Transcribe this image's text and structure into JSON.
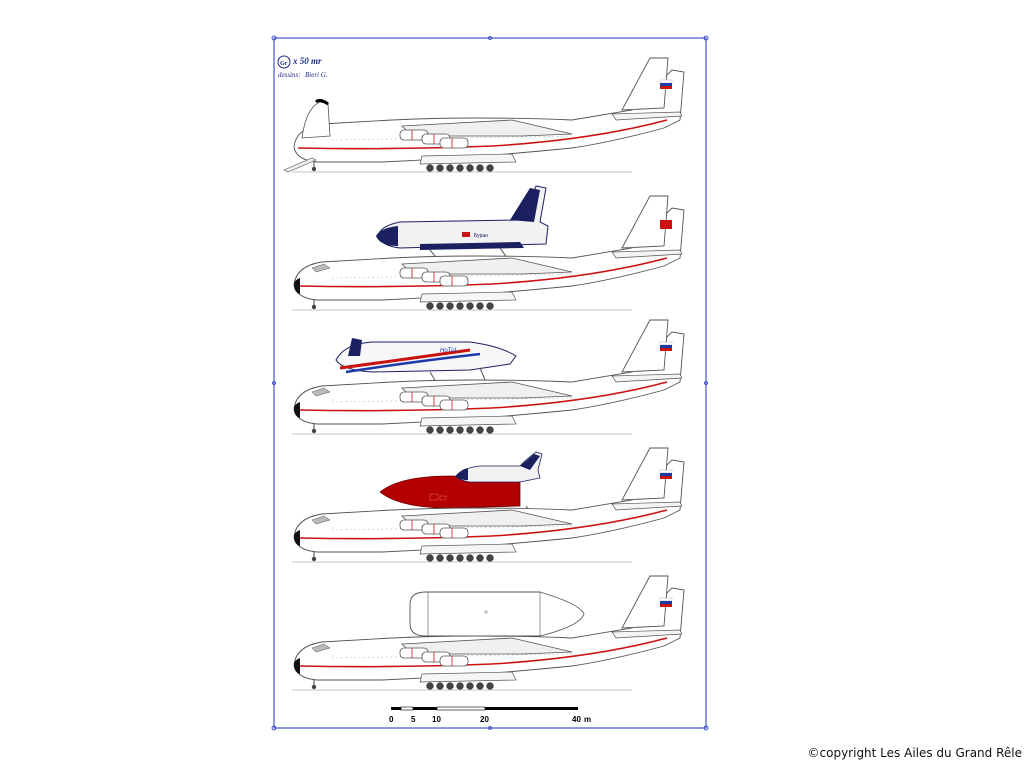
{
  "sheet": {
    "logo_text": "Gr",
    "title": "x 50 mr",
    "credit_label": "dessins:",
    "credit_name": "Bieri G."
  },
  "aircraft": [
    {
      "name": "an-225-nose-open",
      "flag": "russia"
    },
    {
      "name": "an-225-buran",
      "flag": "ussr"
    },
    {
      "name": "an-225-hotol",
      "flag": "russia"
    },
    {
      "name": "an-225-tank-orbiter",
      "flag": "russia"
    },
    {
      "name": "an-225-cargo-container",
      "flag": "russia"
    }
  ],
  "payload_labels": {
    "buran": "Буран",
    "hotol": "НоТоL"
  },
  "scale_bar": {
    "ticks": [
      "0",
      "5",
      "10",
      "20",
      "40"
    ],
    "unit": "m"
  },
  "colors": {
    "frame": "#2233bb",
    "stripe": "#cc1111",
    "outline": "#555555",
    "navy": "#1a2060",
    "tank": "#b30000"
  },
  "copyright": "©copyright Les Ailes du Grand Rêle"
}
